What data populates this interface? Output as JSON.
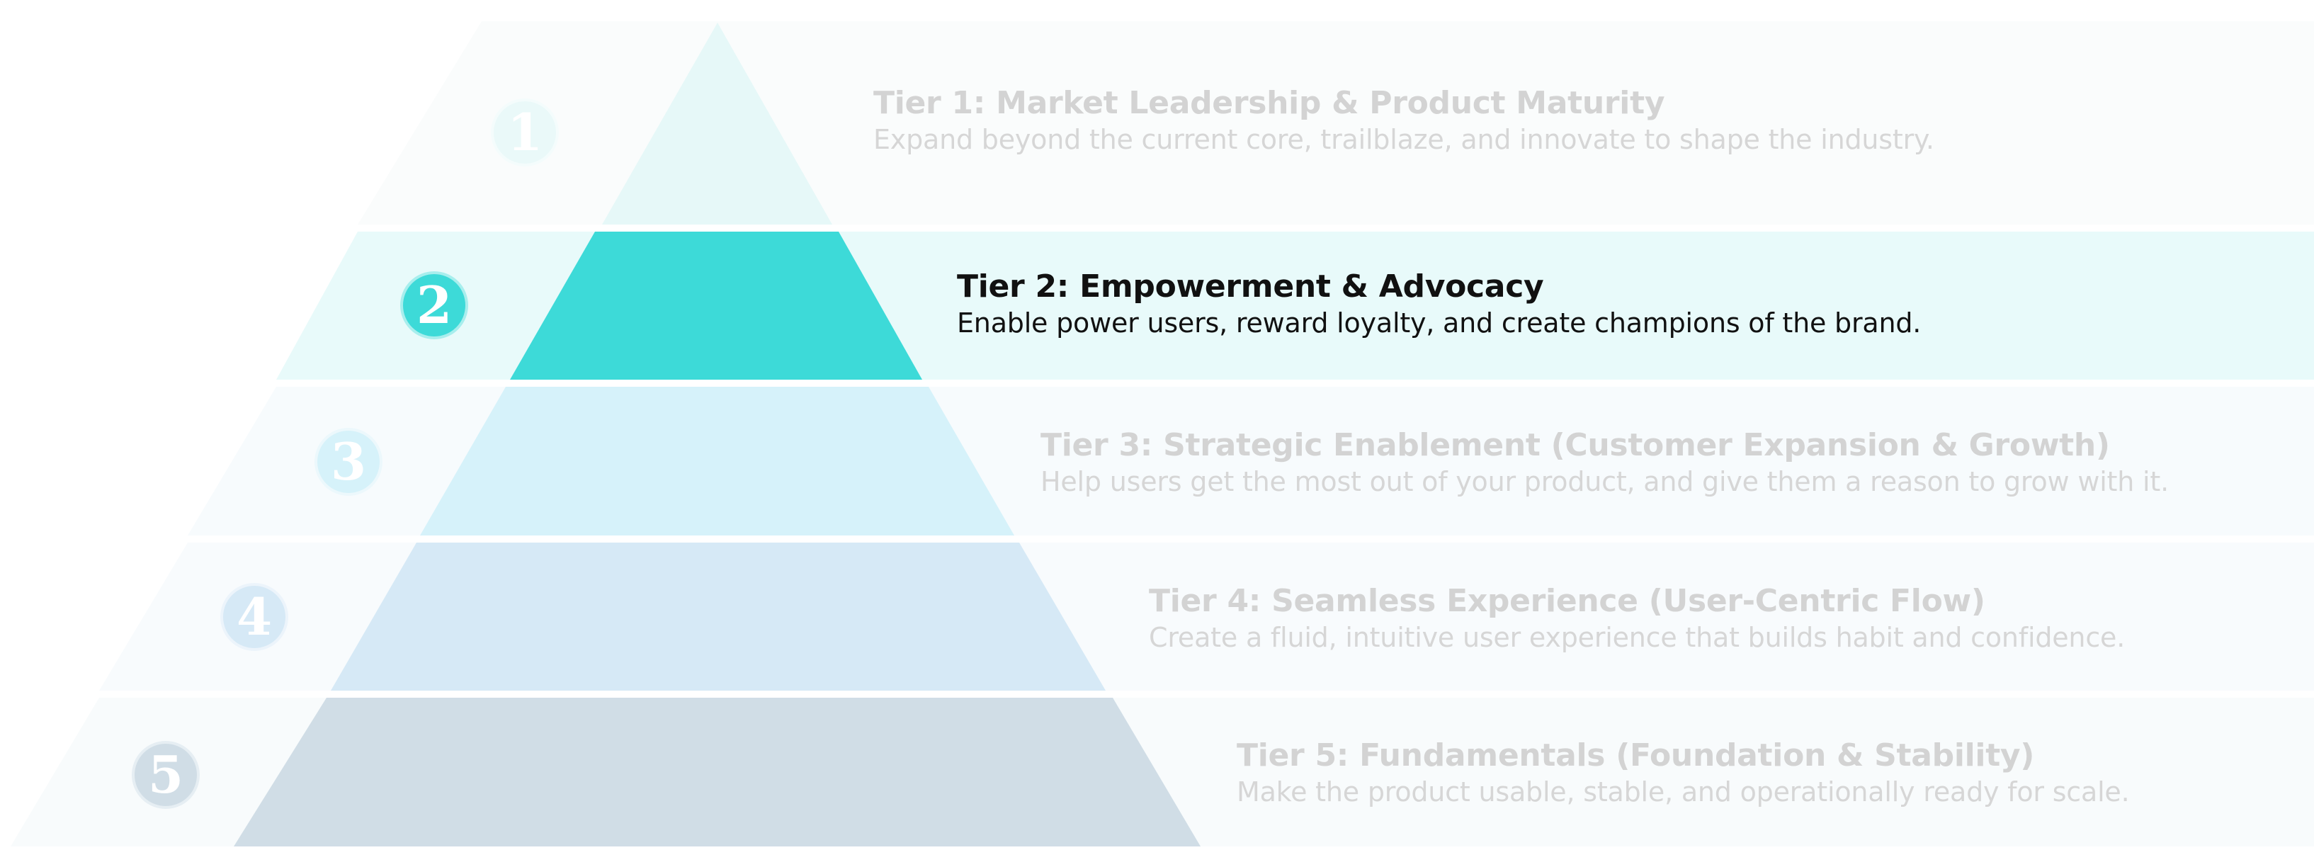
{
  "tiers": [
    {
      "number": "1",
      "title": "Tier 1: Market Leadership & Product Maturity",
      "description": "Expand beyond the current core, trailblaze, and innovate to shape the industry.",
      "color": "#e6f8f8",
      "active": false
    },
    {
      "number": "2",
      "title": "Tier 2: Empowerment & Advocacy",
      "description": "Enable power users, reward loyalty, and create champions of the brand.",
      "color": "#3ddad8",
      "active": true
    },
    {
      "number": "3",
      "title": "Tier 3: Strategic Enablement (Customer Expansion & Growth)",
      "description": "Help users get the most out of your product, and give them a reason to grow with it.",
      "color": "#d6f2fa",
      "active": false
    },
    {
      "number": "4",
      "title": "Tier 4: Seamless Experience (User-Centric Flow)",
      "description": "Create a fluid, intuitive user experience that builds habit and confidence.",
      "color": "#d6e9f6",
      "active": false
    },
    {
      "number": "5",
      "title": "Tier 5: Fundamentals (Foundation & Stability)",
      "description": "Make the product usable, stable, and operationally ready for scale.",
      "color": "#d0dde6",
      "active": false
    }
  ],
  "colors": {
    "active_accent": "#3ddad8",
    "active_band": "#e8fafa",
    "inactive_band": "#f8fbfc",
    "dim_text": "#d3d3d3",
    "active_text": "#111111"
  }
}
